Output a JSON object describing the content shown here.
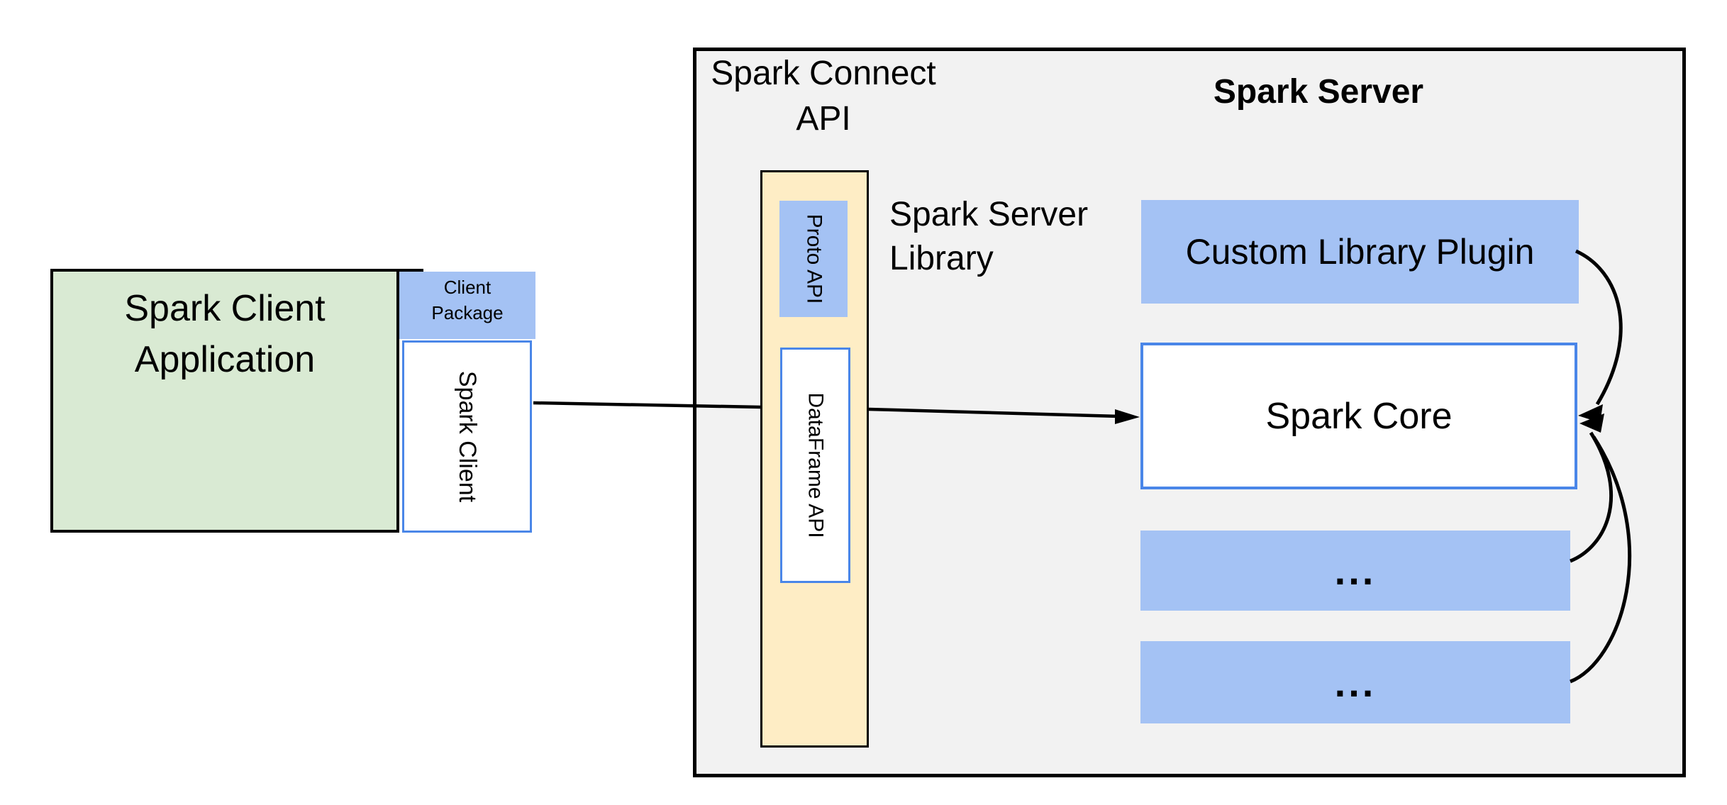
{
  "labels": {
    "spark_client_application": "Spark Client\nApplication",
    "client_package": "Client\nPackage",
    "spark_client": "Spark Client",
    "spark_connect_api": "Spark Connect\nAPI",
    "spark_server_library": "Spark Server\nLibrary",
    "proto_api": "Proto API",
    "dataframe_api": "DataFrame API",
    "spark_server": "Spark Server",
    "custom_library_plugin": "Custom Library Plugin",
    "spark_core": "Spark Core",
    "placeholder_1": "...",
    "placeholder_2": "..."
  },
  "colors": {
    "blue_fill": "#a4c2f4",
    "blue_border": "#4a86e8",
    "green_fill": "#d9ead3",
    "yellow_fill": "#feedc5",
    "gray_fill": "#f2f2f2",
    "line": "#000000",
    "text": "#000000",
    "background": "#ffffff"
  }
}
